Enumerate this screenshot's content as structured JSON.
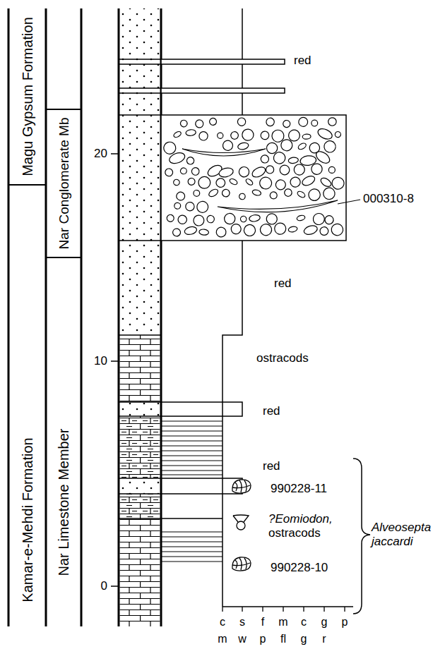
{
  "diagram": {
    "nodes": [
      {
        "text": [
          "Magu Gypsum Formation"
        ]
      },
      {
        "text": [
          "Nar Conglomerate Mb"
        ]
      },
      {
        "text": [
          "Kamar-e-Mehdi Formation"
        ]
      },
      {
        "text": [
          "Nar Limestone Member"
        ]
      }
    ],
    "labels": [
      "red",
      "20",
      "000310-8",
      "red",
      "10",
      "ostracods",
      "red",
      "red",
      "990228-11",
      "?Eomiodon, ostracods",
      "Alveosepta jaccardi",
      "0",
      "990228-10",
      "c",
      "s",
      "f",
      "m",
      "c",
      "g",
      "p",
      "m",
      "w",
      "p",
      "fl",
      "g",
      "r"
    ]
  }
}
